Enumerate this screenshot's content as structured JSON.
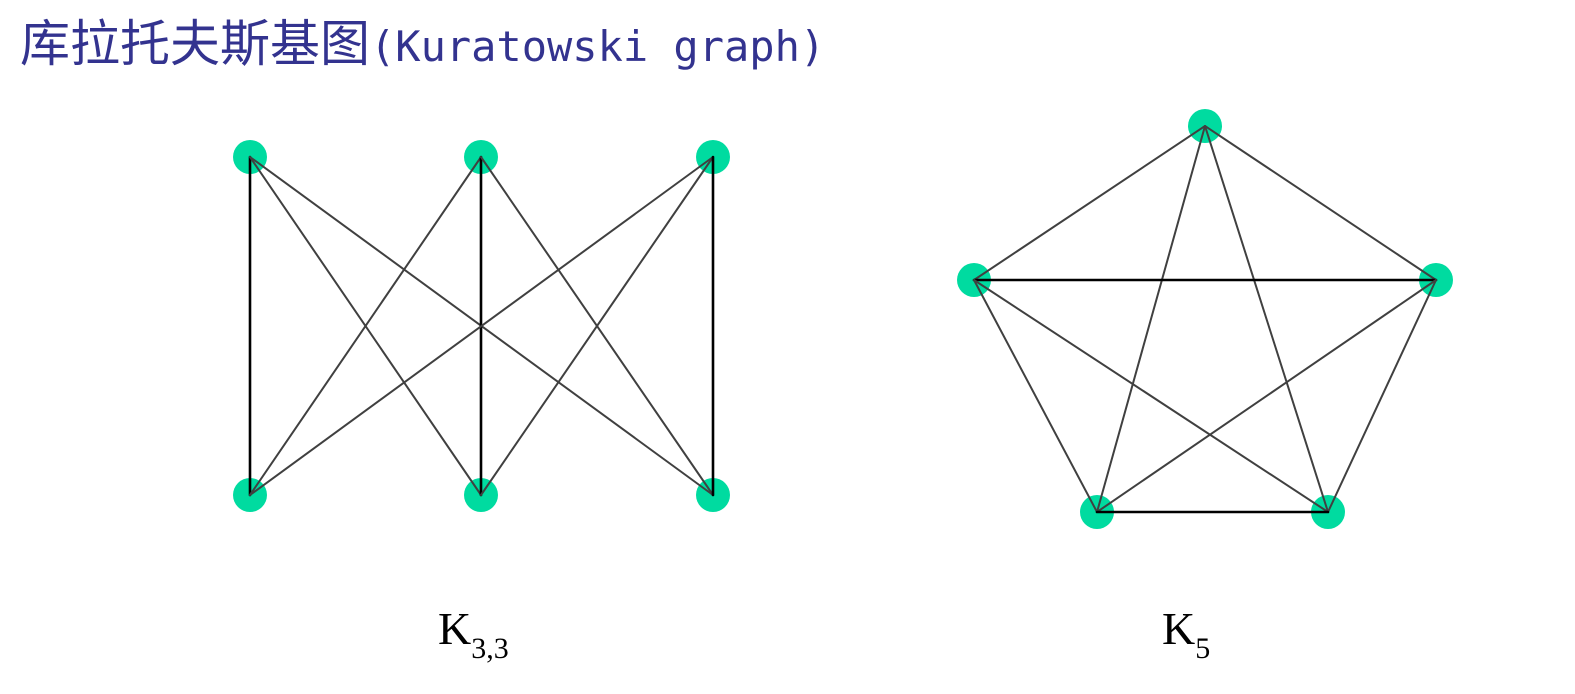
{
  "title": {
    "zh": "库拉托夫斯基图",
    "latin": "(Kuratowski graph)"
  },
  "colors": {
    "title": "#33338f",
    "node": "#00dba0",
    "edge": "#404040",
    "background": "#ffffff"
  },
  "graphs": [
    {
      "id": "k33",
      "label_main": "K",
      "label_sub": "3,3",
      "nodes": [
        "top-1",
        "top-2",
        "top-3",
        "bottom-1",
        "bottom-2",
        "bottom-3"
      ],
      "edges": [
        [
          "top-1",
          "bottom-1"
        ],
        [
          "top-1",
          "bottom-2"
        ],
        [
          "top-1",
          "bottom-3"
        ],
        [
          "top-2",
          "bottom-1"
        ],
        [
          "top-2",
          "bottom-2"
        ],
        [
          "top-2",
          "bottom-3"
        ],
        [
          "top-3",
          "bottom-1"
        ],
        [
          "top-3",
          "bottom-2"
        ],
        [
          "top-3",
          "bottom-3"
        ]
      ]
    },
    {
      "id": "k5",
      "label_main": "K",
      "label_sub": "5",
      "nodes": [
        "top",
        "left",
        "right",
        "bottom-left",
        "bottom-right"
      ],
      "edges": [
        [
          "top",
          "left"
        ],
        [
          "top",
          "right"
        ],
        [
          "top",
          "bottom-left"
        ],
        [
          "top",
          "bottom-right"
        ],
        [
          "left",
          "right"
        ],
        [
          "left",
          "bottom-left"
        ],
        [
          "left",
          "bottom-right"
        ],
        [
          "right",
          "bottom-left"
        ],
        [
          "right",
          "bottom-right"
        ],
        [
          "bottom-left",
          "bottom-right"
        ]
      ]
    }
  ]
}
